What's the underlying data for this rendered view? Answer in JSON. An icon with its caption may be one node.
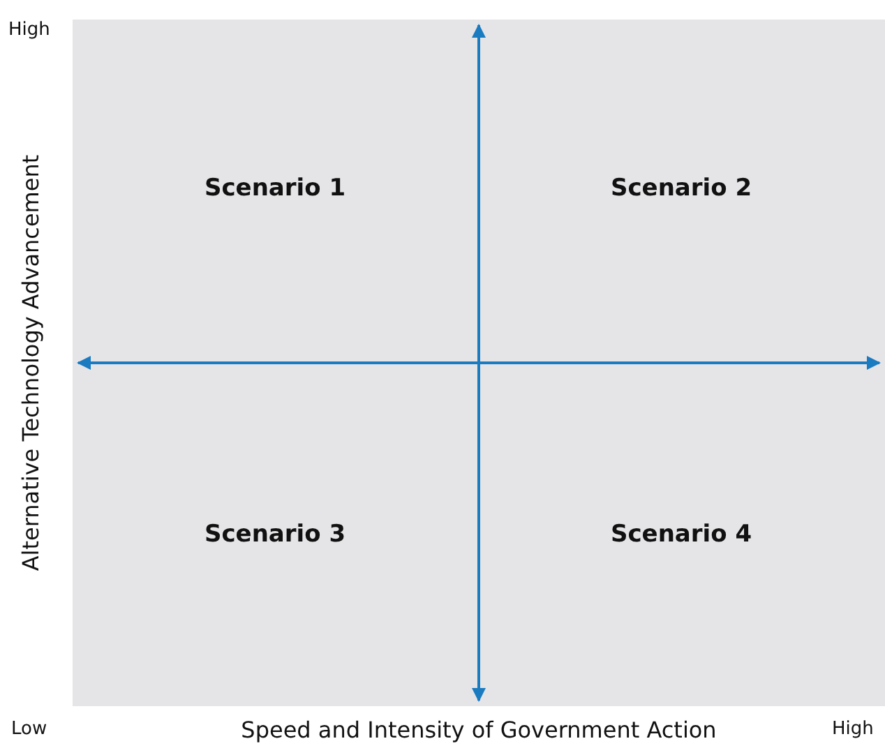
{
  "diagram": {
    "labels": [
      "High",
      "Alternative Technology Advancement",
      "Scenario 1",
      "Scenario 2",
      "Scenario 3",
      "Scenario 4",
      "Low",
      "Speed and Intensity of Government Action",
      "High"
    ]
  }
}
